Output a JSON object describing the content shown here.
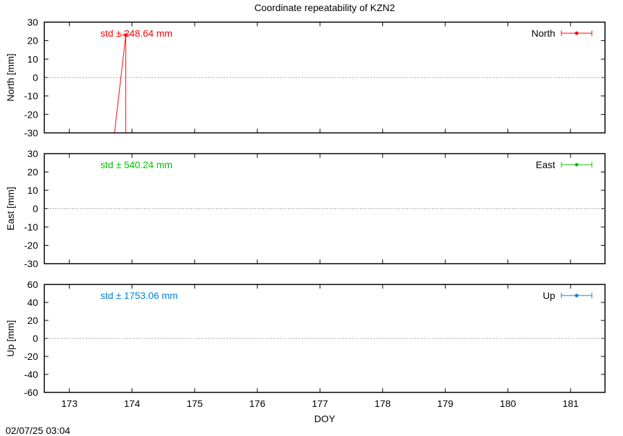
{
  "title": "Coordinate repeatability of KZN2",
  "timestamp": "02/07/25 03:04",
  "chart_data": {
    "type": "line",
    "title": "Coordinate repeatability of KZN2",
    "xlabel": "DOY",
    "xlim": [
      172.6,
      181.55
    ],
    "xticks": [
      173,
      174,
      175,
      176,
      177,
      178,
      179,
      180,
      181
    ],
    "panels": [
      {
        "name": "north",
        "ylabel": "North [mm]",
        "ylim": [
          -30,
          30
        ],
        "yticks": [
          -30,
          -20,
          -10,
          0,
          10,
          20,
          30
        ],
        "color": "#ff0000",
        "std_label": "std ± 248.64 mm",
        "legend": "North",
        "zero_line": true,
        "series": [
          {
            "name": "North",
            "x": [
              173.72,
              173.9,
              173.9
            ],
            "y": [
              -30,
              23,
              -30
            ]
          }
        ],
        "error_points": [
          {
            "x": 173.9,
            "y": 23,
            "err": 0.1
          }
        ]
      },
      {
        "name": "east",
        "ylabel": "East [mm]",
        "ylim": [
          -30,
          30
        ],
        "yticks": [
          -30,
          -20,
          -10,
          0,
          10,
          20,
          30
        ],
        "color": "#00c000",
        "std_label": "std ± 540.24 mm",
        "legend": "East",
        "zero_line": true,
        "series": [],
        "error_points": []
      },
      {
        "name": "up",
        "ylabel": "Up [mm]",
        "ylim": [
          -60,
          60
        ],
        "yticks": [
          -60,
          -40,
          -20,
          0,
          20,
          40,
          60
        ],
        "color": "#0080e0",
        "std_label": "std ± 1753.06 mm",
        "legend": "Up",
        "zero_line": true,
        "series": [],
        "error_points": []
      }
    ]
  }
}
